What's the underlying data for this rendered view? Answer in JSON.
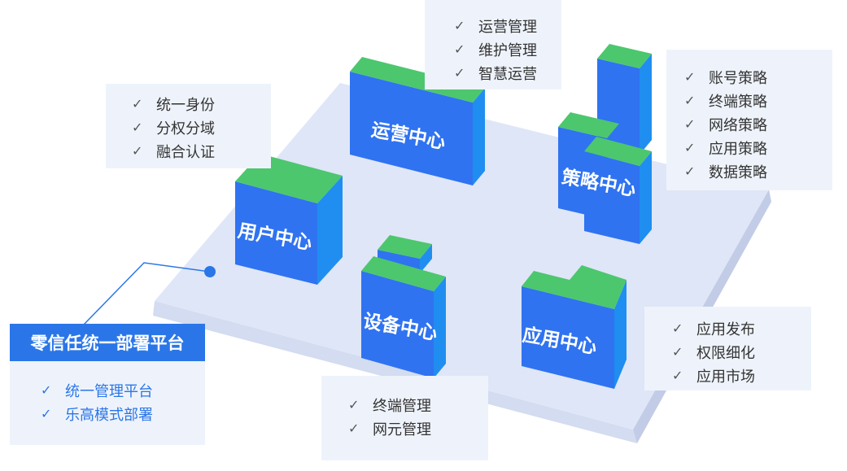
{
  "platform": {
    "title": "零信任统一部署平台",
    "features": [
      "统一管理平台",
      "乐高模式部署"
    ]
  },
  "centers": {
    "user": {
      "label": "用户中心",
      "features": [
        "统一身份",
        "分权分域",
        "融合认证"
      ]
    },
    "ops": {
      "label": "运营中心",
      "features": [
        "运营管理",
        "维护管理",
        "智慧运营"
      ]
    },
    "policy": {
      "label": "策略中心",
      "features": [
        "账号策略",
        "终端策略",
        "网络策略",
        "应用策略",
        "数据策略"
      ]
    },
    "device": {
      "label": "设备中心",
      "features": [
        "终端管理",
        "网元管理"
      ]
    },
    "app": {
      "label": "应用中心",
      "features": [
        "应用发布",
        "权限细化",
        "应用市场"
      ]
    }
  },
  "check_glyph": "✓",
  "colors": {
    "front": "#2f73f0",
    "side": "#1f8ef0",
    "top": "#4cc76e",
    "panel": "#eef3fb",
    "accent": "#2a76e8"
  }
}
